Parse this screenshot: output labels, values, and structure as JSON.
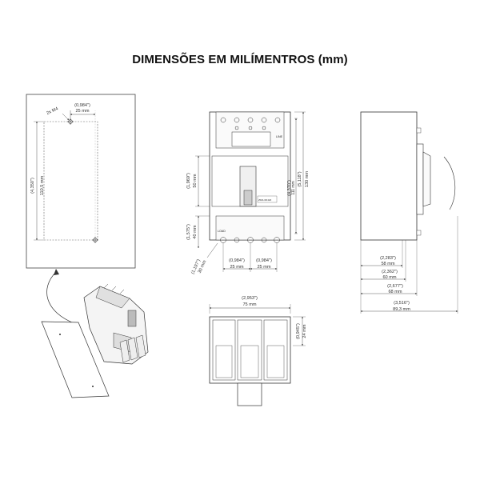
{
  "title": "DIMENSÕES EM MILÍMENTROS (mm)",
  "template": {
    "hole_note": "2x M4",
    "hole_spacing_in": "(0,984\")",
    "hole_spacing_mm": "25 mm",
    "height_in": "(4,350\")",
    "height_mm": "110,5 mm"
  },
  "front_view": {
    "line_label": "LINE",
    "load_label": "LOAD",
    "rating_text": "250A 3R 220",
    "left_dims": [
      {
        "in": "(1,969\")",
        "mm": "50 mm"
      },
      {
        "in": "(1,575\")",
        "mm": "40 mm"
      },
      {
        "in": "(1,197\")",
        "mm": "30 mm"
      }
    ],
    "right_dims": [
      {
        "in": "(4,370\")",
        "mm": "111 mm"
      },
      {
        "in": "(5,118\")",
        "mm": "130 mm"
      }
    ],
    "bottom_dims": [
      {
        "in": "(0,984\")",
        "mm": "25 mm"
      },
      {
        "in": "(0,984\")",
        "mm": "25 mm"
      }
    ]
  },
  "bottom_view": {
    "width_in": "(2,953\")",
    "width_mm": "75 mm",
    "depth_in": "(0,945\")",
    "depth_mm": "24 mm"
  },
  "side_view": {
    "dims": [
      {
        "in": "(2,283\")",
        "mm": "58 mm"
      },
      {
        "in": "(2,362\")",
        "mm": "60 mm"
      },
      {
        "in": "(2,677\")",
        "mm": "68 mm"
      },
      {
        "in": "(3,516\")",
        "mm": "89,3 mm"
      }
    ]
  }
}
